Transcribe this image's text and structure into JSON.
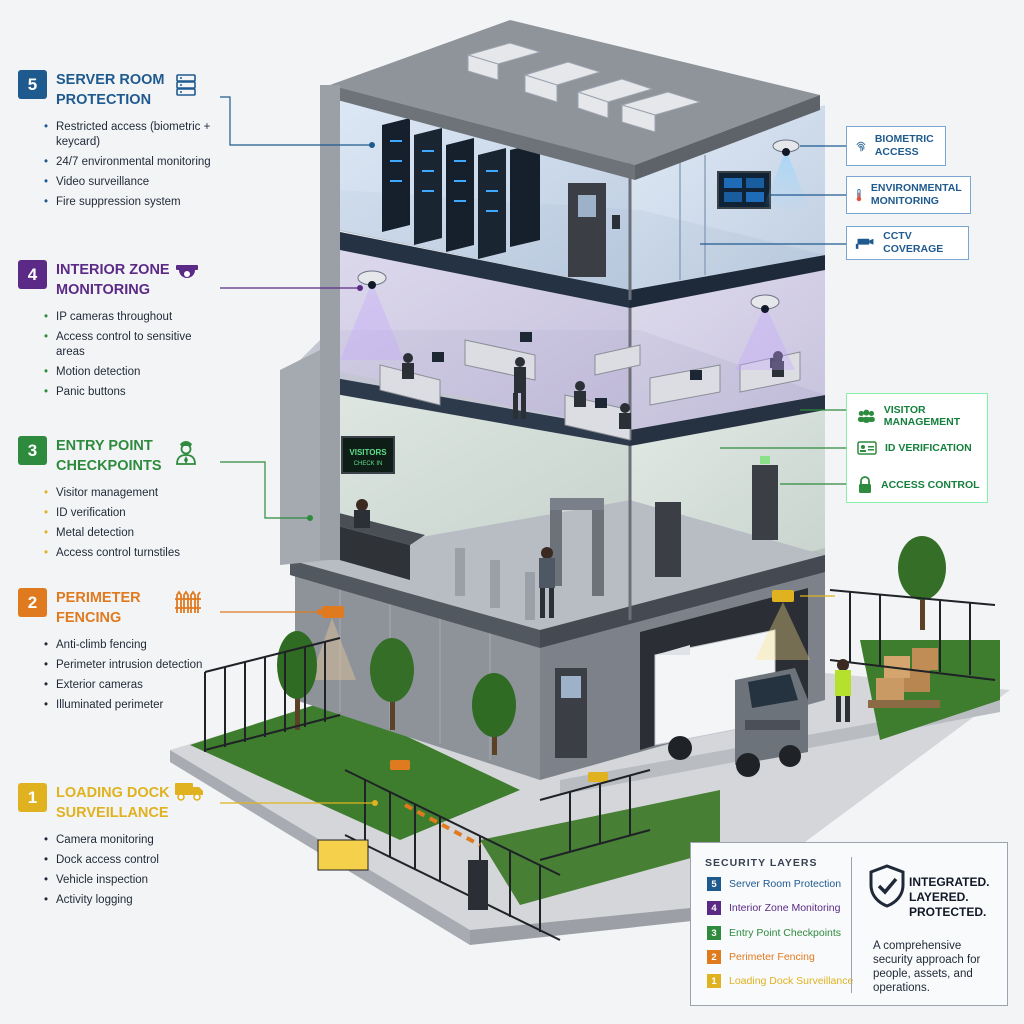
{
  "layers": [
    {
      "num": "5",
      "title": "Server Room Protection",
      "color": "#1f5a8f",
      "items": [
        "Restricted access (biometric + keycard)",
        "24/7 environmental monitoring",
        "Video surveillance",
        "Fire suppression system"
      ],
      "icon": "server-rack-icon"
    },
    {
      "num": "4",
      "title": "Interior Zone Monitoring",
      "color": "#5b2a86",
      "items": [
        "IP cameras throughout",
        "Access control to sensitive areas",
        "Motion detection",
        "Panic buttons"
      ],
      "icon": "dome-camera-icon"
    },
    {
      "num": "3",
      "title": "Entry Point Checkpoints",
      "color": "#2e8b3e",
      "items": [
        "Visitor management",
        "ID verification",
        "Metal detection",
        "Access control turnstiles"
      ],
      "icon": "security-guard-icon"
    },
    {
      "num": "2",
      "title": "Perimeter Fencing",
      "color": "#e07a1f",
      "items": [
        "Anti-climb fencing",
        "Perimeter intrusion detection",
        "Exterior cameras",
        "Illuminated perimeter"
      ],
      "icon": "fence-icon"
    },
    {
      "num": "1",
      "title": "Loading Dock Surveillance",
      "color": "#e0b21f",
      "items": [
        "Camera monitoring",
        "Dock access control",
        "Vehicle inspection",
        "Activity logging"
      ],
      "icon": "truck-icon"
    }
  ],
  "callouts": {
    "biometric": {
      "label": "Biometric Access",
      "icon": "fingerprint-icon",
      "color": "#1f5a8f"
    },
    "environmental": {
      "label": "Environmental Monitoring",
      "icon": "thermometer-icon",
      "color": "#1f5a8f"
    },
    "cctv": {
      "label": "CCTV Coverage",
      "icon": "cctv-camera-icon",
      "color": "#1f5a8f"
    },
    "visitor": {
      "label": "Visitor Management",
      "icon": "visitors-icon",
      "color": "#2e8b3e"
    },
    "id": {
      "label": "ID Verification",
      "icon": "id-card-icon",
      "color": "#2e8b3e"
    },
    "access": {
      "label": "Access Control",
      "icon": "padlock-icon",
      "color": "#2e8b3e"
    }
  },
  "building": {
    "lobby_screen_line1": "VISITORS",
    "lobby_screen_line2": "CHECK IN"
  },
  "legend": {
    "title": "Security Layers",
    "rows": [
      {
        "num": "5",
        "label": "Server Room Protection",
        "color": "#1f5a8f"
      },
      {
        "num": "4",
        "label": "Interior Zone Monitoring",
        "color": "#5b2a86"
      },
      {
        "num": "3",
        "label": "Entry Point Checkpoints",
        "color": "#2e8b3e"
      },
      {
        "num": "2",
        "label": "Perimeter Fencing",
        "color": "#e07a1f"
      },
      {
        "num": "1",
        "label": "Loading Dock Surveillance",
        "color": "#e0b21f"
      }
    ],
    "slogan": "Integrated. Layered. Protected.",
    "description": "A comprehensive security approach for people, assets, and operations.",
    "icon": "shield-check-icon"
  }
}
